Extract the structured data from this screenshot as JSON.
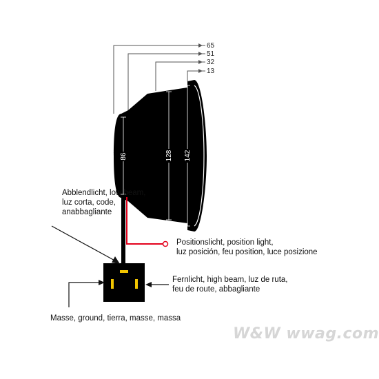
{
  "dimensions": {
    "d65": "65",
    "d51": "51",
    "d32": "32",
    "d13": "13"
  },
  "diameters": {
    "d86": "86",
    "d128": "128",
    "d142": "142"
  },
  "callouts": {
    "low_beam": [
      "Abblendlicht, low beam,",
      "luz corta, code,",
      "anabbagliante"
    ],
    "position_light": [
      "Positionslicht, position light,",
      "luz posición, feu position, luce posizione"
    ],
    "high_beam": [
      "Fernlicht, high beam, luz de ruta,",
      "feu de route, abbagliante"
    ],
    "ground": [
      "Masse, ground, tierra, masse, massa"
    ]
  },
  "watermark": "W&W wwag.com",
  "colors": {
    "housing": "#000000",
    "connector": "#000000",
    "pin": "#f2c500",
    "wire_red": "#e3001b"
  }
}
